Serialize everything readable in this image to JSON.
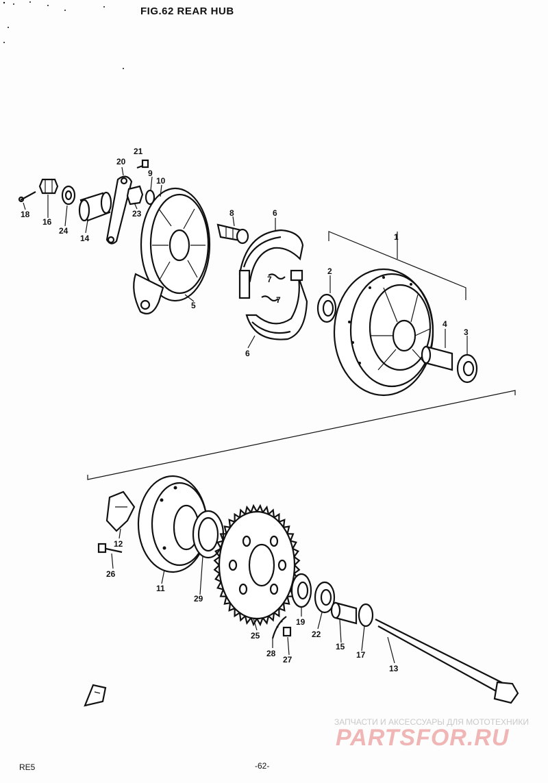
{
  "title": "FIG.62  REAR HUB",
  "callouts": [
    {
      "id": "n1",
      "text": "1"
    },
    {
      "id": "n2",
      "text": "2"
    },
    {
      "id": "n3",
      "text": "3"
    },
    {
      "id": "n4",
      "text": "4"
    },
    {
      "id": "n5",
      "text": "5"
    },
    {
      "id": "n6a",
      "text": "6"
    },
    {
      "id": "n6b",
      "text": "6"
    },
    {
      "id": "n7a",
      "text": "7"
    },
    {
      "id": "n7b",
      "text": "7"
    },
    {
      "id": "n8",
      "text": "8"
    },
    {
      "id": "n9",
      "text": "9"
    },
    {
      "id": "n10",
      "text": "10"
    },
    {
      "id": "n11",
      "text": "11"
    },
    {
      "id": "n12",
      "text": "12"
    },
    {
      "id": "n13",
      "text": "13"
    },
    {
      "id": "n14",
      "text": "14"
    },
    {
      "id": "n15",
      "text": "15"
    },
    {
      "id": "n16",
      "text": "16"
    },
    {
      "id": "n17",
      "text": "17"
    },
    {
      "id": "n18",
      "text": "18"
    },
    {
      "id": "n19",
      "text": "19"
    },
    {
      "id": "n20",
      "text": "20"
    },
    {
      "id": "n21",
      "text": "21"
    },
    {
      "id": "n22",
      "text": "22"
    },
    {
      "id": "n23",
      "text": "23"
    },
    {
      "id": "n24",
      "text": "24"
    },
    {
      "id": "n25",
      "text": "25"
    },
    {
      "id": "n26",
      "text": "26"
    },
    {
      "id": "n27",
      "text": "27"
    },
    {
      "id": "n28",
      "text": "28"
    },
    {
      "id": "n29",
      "text": "29"
    }
  ],
  "footer": {
    "model": "RE5",
    "page": "-62-"
  },
  "watermark": {
    "line": "ЗАПЧАСТИ И АКСЕССУАРЫ ДЛЯ МОТОТЕХНИКИ",
    "logo": "PARTSFOR.RU"
  },
  "colors": {
    "ink": "#111111",
    "paper": "#fdfdfd",
    "watermark_logo": "#f0b5b5",
    "watermark_text": "#c9c9c9"
  }
}
